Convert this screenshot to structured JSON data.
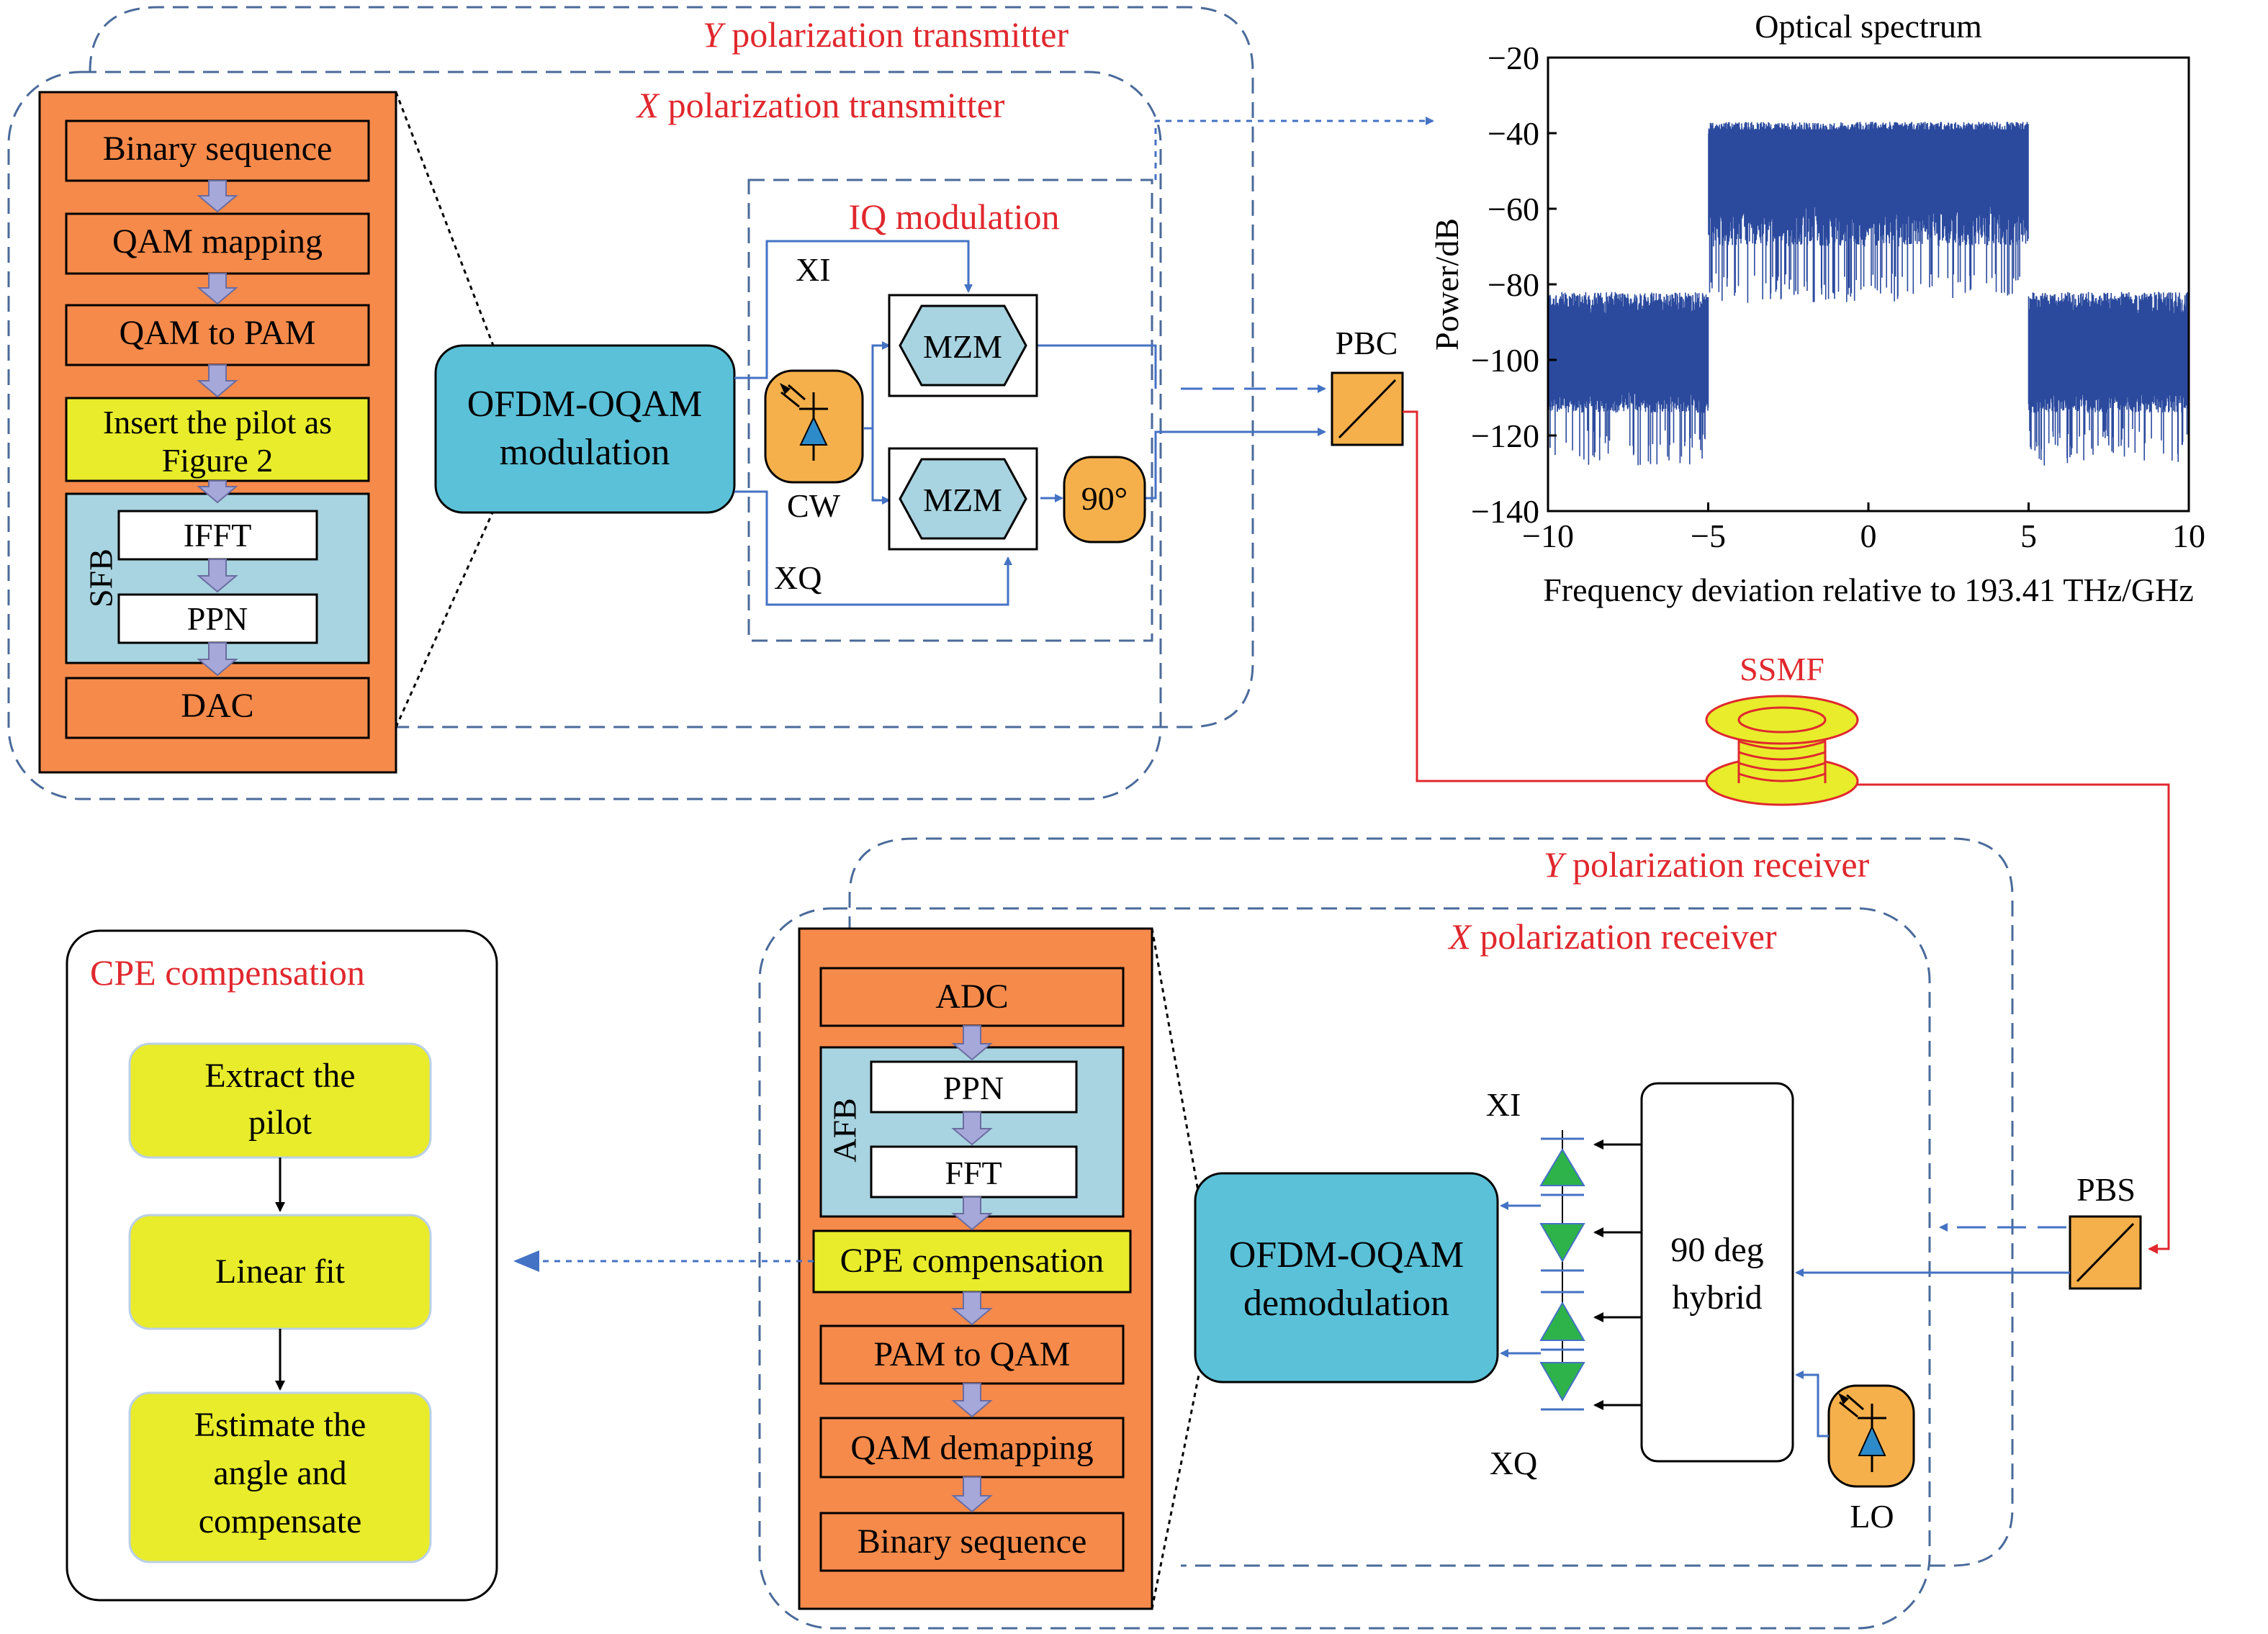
{
  "transmitter": {
    "y_pol_title_var": "Y",
    "y_pol_title_rest": " polarization transmitter",
    "x_pol_title_var": "X",
    "x_pol_title_rest": " polarization transmitter",
    "dsp_steps": [
      "Binary sequence",
      "QAM mapping",
      "QAM to PAM"
    ],
    "pilot_step": [
      "Insert the pilot as",
      "Figure 2"
    ],
    "sfb": {
      "label": "SFB",
      "steps": [
        "IFFT",
        "PPN"
      ]
    },
    "dac_step": "DAC",
    "ofdm_mod": [
      "OFDM-OQAM",
      "modulation"
    ],
    "iq_title": "IQ modulation",
    "xi": "XI",
    "xq": "XQ",
    "mzm": "MZM",
    "cw": "CW",
    "phase": "90°",
    "pbc": "PBC"
  },
  "link": {
    "fiber": "SSMF"
  },
  "receiver": {
    "y_pol_title_var": "Y",
    "y_pol_title_rest": " polarization receiver",
    "x_pol_title_var": "X",
    "x_pol_title_rest": " polarization receiver",
    "adc_step": "ADC",
    "afb": {
      "label": "AFB",
      "steps": [
        "PPN",
        "FFT"
      ]
    },
    "cpe_step": "CPE compensation",
    "dsp_steps": [
      "PAM to QAM",
      "QAM demapping",
      "Binary sequence"
    ],
    "ofdm_demod": [
      "OFDM-OQAM",
      "demodulation"
    ],
    "hybrid": [
      "90 deg",
      "hybrid"
    ],
    "xi": "XI",
    "xq": "XQ",
    "lo": "LO",
    "pbs": "PBS"
  },
  "cpe_panel": {
    "title": "CPE compensation",
    "steps": [
      [
        "Extract the",
        "pilot"
      ],
      [
        "Linear fit"
      ],
      [
        "Estimate the",
        "angle and",
        "compensate"
      ]
    ]
  },
  "colors": {
    "orange": "#F58A4B",
    "yellow": "#E8EC2B",
    "light_blue": "#A8D3E0",
    "teal": "#5BC1D8",
    "spectrum": "#2B4A9E",
    "red": "#E0282E",
    "arrow_blue": "#4472C4"
  },
  "chart_data": {
    "type": "line",
    "title": "Optical spectrum",
    "xlabel": "Frequency deviation relative to 193.41 THz/GHz",
    "ylabel": "Power/dB",
    "xlim": [
      -10,
      10
    ],
    "ylim": [
      -140,
      -20
    ],
    "xticks": [
      -10,
      -5,
      0,
      5,
      10
    ],
    "yticks": [
      -20,
      -40,
      -60,
      -80,
      -100,
      -120,
      -140
    ],
    "series": [
      {
        "x": [
          -10,
          -5,
          -5,
          5,
          5,
          10
        ],
        "y": [
          -88,
          -88,
          -42,
          -42,
          -88,
          -88
        ]
      }
    ],
    "noise_floor_db": [
      -128,
      -88
    ],
    "signal_band_db": [
      -77,
      -37
    ],
    "signal_band_ghz": [
      -5,
      5
    ]
  }
}
